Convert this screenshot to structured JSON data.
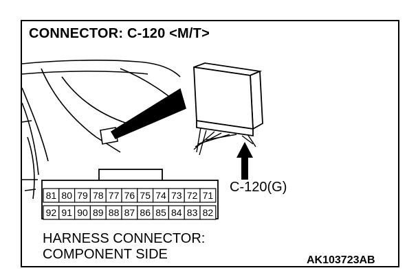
{
  "title": "CONNECTOR: C-120 <M/T>",
  "connector_callout": "C-120(G)",
  "caption": {
    "line1": "HARNESS CONNECTOR:",
    "line2": "COMPONENT SIDE"
  },
  "figure_code": "AK103723AB",
  "connector_pins": {
    "top_row": [
      "81",
      "80",
      "79",
      "78",
      "77",
      "76",
      "75",
      "74",
      "73",
      "72",
      "71"
    ],
    "bottom_row": [
      "92",
      "91",
      "90",
      "89",
      "88",
      "87",
      "86",
      "85",
      "84",
      "83",
      "82"
    ]
  }
}
